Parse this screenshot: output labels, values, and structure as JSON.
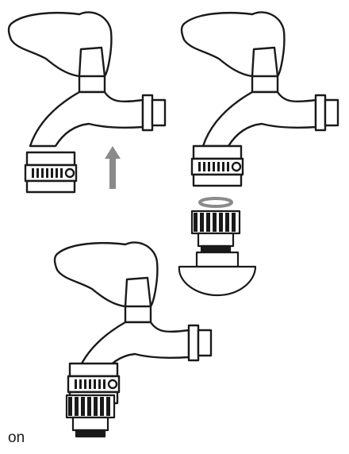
{
  "figure": {
    "caption_visible": "on",
    "line_color": "#1a1a1a",
    "fill_color": "#ffffff",
    "arrow_color": "#8a8a8a",
    "knurl_color": "#1a1a1a"
  },
  "steps": [
    {
      "name": "tap-with-adapter-and-arrow",
      "icons": [
        "tap-icon",
        "adapter-ring-icon",
        "up-arrow-icon"
      ]
    },
    {
      "name": "tap-washer-connector-exploded",
      "icons": [
        "tap-icon",
        "washer-icon",
        "threaded-connector-icon",
        "hose-coupling-icon"
      ]
    },
    {
      "name": "tap-assembled",
      "icons": [
        "tap-icon",
        "threaded-connector-icon"
      ]
    }
  ]
}
